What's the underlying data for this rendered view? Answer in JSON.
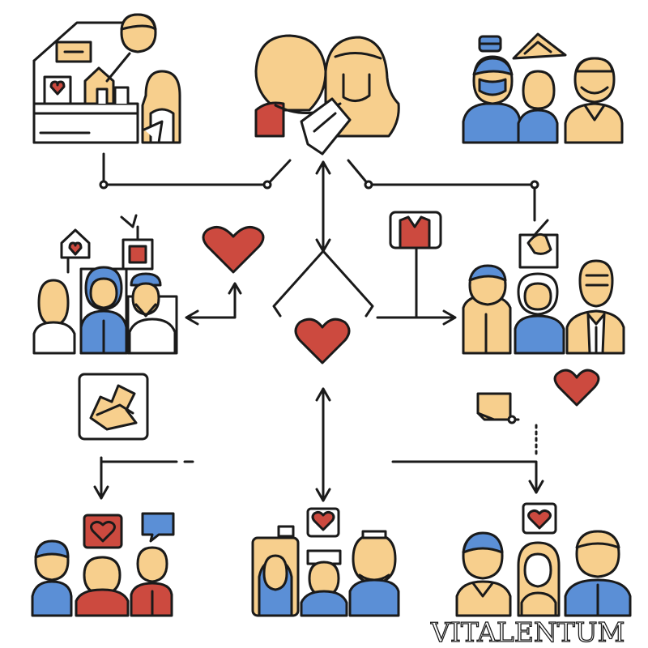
{
  "diagram": {
    "watermark": "VITALENTUM",
    "colors": {
      "outline": "#1a1a1a",
      "skin": "#f7cf8d",
      "blue": "#5b8fd6",
      "red": "#cc4a3f",
      "white": "#ffffff"
    },
    "groups": [
      {
        "id": "top-left",
        "icons": [
          "house-icon",
          "heart-icon",
          "document-icon"
        ]
      },
      {
        "id": "top-center",
        "icons": [
          "hands-icon"
        ]
      },
      {
        "id": "top-right",
        "icons": [
          "hat-icon",
          "chat-icon"
        ]
      },
      {
        "id": "middle-left",
        "icons": [
          "house-icon",
          "heart-icon",
          "badge-icon"
        ]
      },
      {
        "id": "center",
        "icons": [
          "heart-icon"
        ]
      },
      {
        "id": "middle-right",
        "icons": [
          "gift-icon",
          "hand-icon"
        ]
      },
      {
        "id": "bottom-left",
        "icons": [
          "heart-icon",
          "chat-icon"
        ]
      },
      {
        "id": "bottom-center",
        "icons": [
          "heart-icon",
          "medical-icon"
        ]
      },
      {
        "id": "bottom-right",
        "icons": [
          "heart-icon"
        ]
      }
    ]
  }
}
